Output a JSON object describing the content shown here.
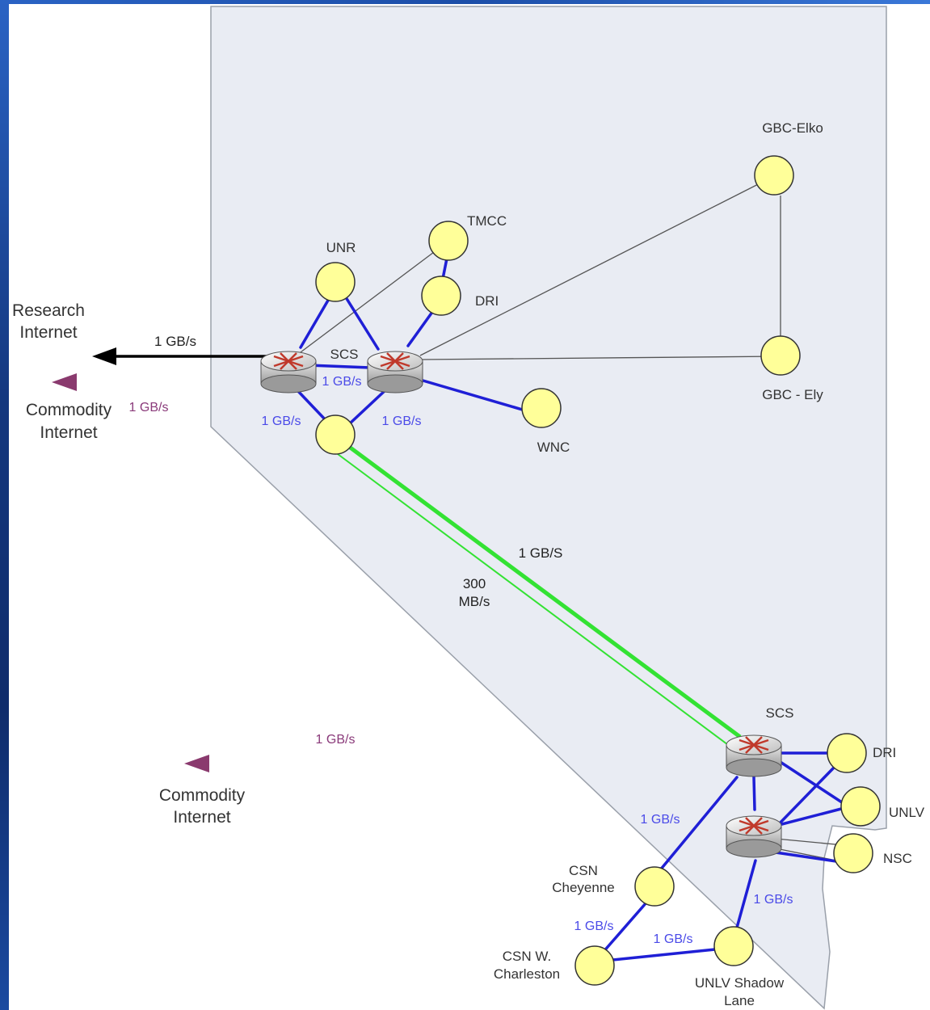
{
  "external": {
    "research_line1": "Research",
    "research_line2": "Internet",
    "commodity_north_line1": "Commodity",
    "commodity_north_line2": "Internet",
    "commodity_south_line1": "Commodity",
    "commodity_south_line2": "Internet"
  },
  "routers": {
    "north_label": "SCS",
    "south_label": "SCS"
  },
  "sites": {
    "unr": "UNR",
    "tmcc": "TMCC",
    "dri_north": "DRI",
    "gbc_elko": "GBC-Elko",
    "gbc_ely": "GBC - Ely",
    "wnc": "WNC",
    "dri_south": "DRI",
    "unlv": "UNLV",
    "nsc": "NSC",
    "csn_cheyenne_line1": "CSN",
    "csn_cheyenne_line2": "Cheyenne",
    "csn_charleston_line1": "CSN W.",
    "csn_charleston_line2": "Charleston",
    "unlv_shadow_line1": "UNLV Shadow",
    "unlv_shadow_line2": "Lane"
  },
  "links": {
    "research": "1 GB/s",
    "commodity_north": "1 GB/s",
    "router_pair": "1 GB/s",
    "left_router_hub": "1 GB/s",
    "right_router_hub": "1 GB/s",
    "backbone_fast": "1 GB/S",
    "backbone_slow_line1": "300",
    "backbone_slow_line2": "MB/s",
    "commodity_south": "1 GB/s",
    "south_to_cheyenne": "1 GB/s",
    "cheyenne_to_charleston": "1 GB/s",
    "charleston_to_shadow": "1 GB/s",
    "router_to_shadow": "1 GB/s"
  },
  "colors": {
    "state_fill": "#e9ecf3",
    "state_outline": "#9aa0aa",
    "node_fill": "#ffff99",
    "blue_link": "#1f1fd6",
    "green_link": "#33e233",
    "purple_arrow": "#8a3a6e",
    "black_arrow": "#000000",
    "thin_link": "#555555"
  }
}
